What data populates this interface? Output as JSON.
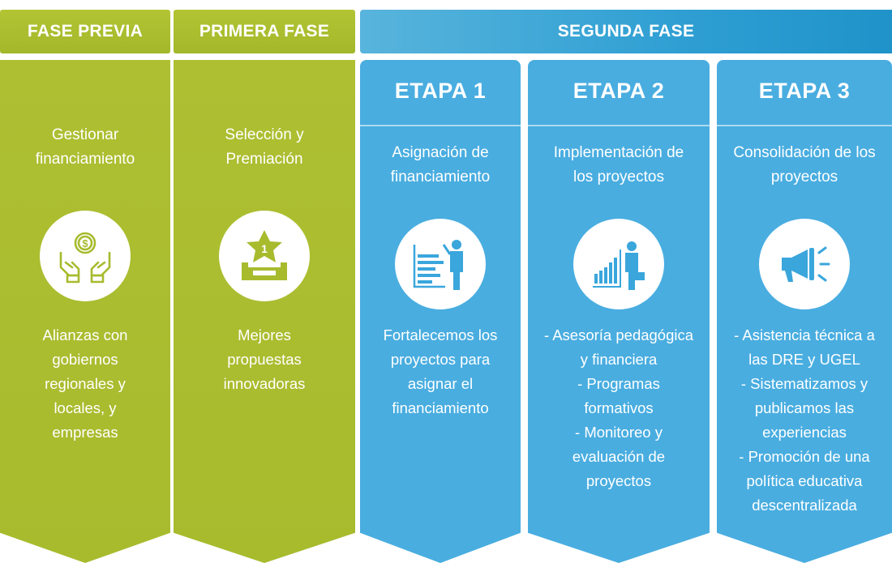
{
  "headers": {
    "fase_previa": "FASE PREVIA",
    "primera_fase": "PRIMERA FASE",
    "segunda_fase": "SEGUNDA FASE"
  },
  "columns": [
    {
      "title_lines": [
        "Gestionar",
        "financiamiento"
      ],
      "icon": "money-hands-icon",
      "desc_lines": [
        "Alianzas con",
        "gobiernos",
        "regionales y",
        "locales, y",
        "empresas"
      ]
    },
    {
      "title_lines": [
        "Selección y",
        "Premiación"
      ],
      "icon": "award-star-icon",
      "desc_lines": [
        "Mejores",
        "propuestas",
        "innovadoras"
      ]
    },
    {
      "stage": "ETAPA 1",
      "title_lines": [
        "Asignación de",
        "financiamiento"
      ],
      "icon": "presentation-chart-icon",
      "desc_lines": [
        "Fortalecemos los",
        "proyectos para",
        "asignar el",
        "financiamiento"
      ]
    },
    {
      "stage": "ETAPA 2",
      "title_lines": [
        "Implementación de",
        "los proyectos"
      ],
      "icon": "growth-chart-businessman-icon",
      "desc_lines": [
        "- Asesoría pedagógica",
        "y financiera",
        "- Programas",
        "formativos",
        "- Monitoreo y",
        "evaluación de",
        "proyectos"
      ]
    },
    {
      "stage": "ETAPA 3",
      "title_lines": [
        "Consolidación de los",
        "proyectos"
      ],
      "icon": "megaphone-icon",
      "desc_lines": [
        "- Asistencia técnica a",
        "las DRE y UGEL",
        "- Sistematizamos  y",
        "publicamos las",
        "experiencias",
        "- Promoción de una",
        "política educativa",
        "descentralizada"
      ]
    }
  ],
  "colors": {
    "green": "#a9bc2f",
    "blue": "#49ade0",
    "icon_green": "#a7bb2d",
    "icon_blue": "#3aa6dc"
  }
}
